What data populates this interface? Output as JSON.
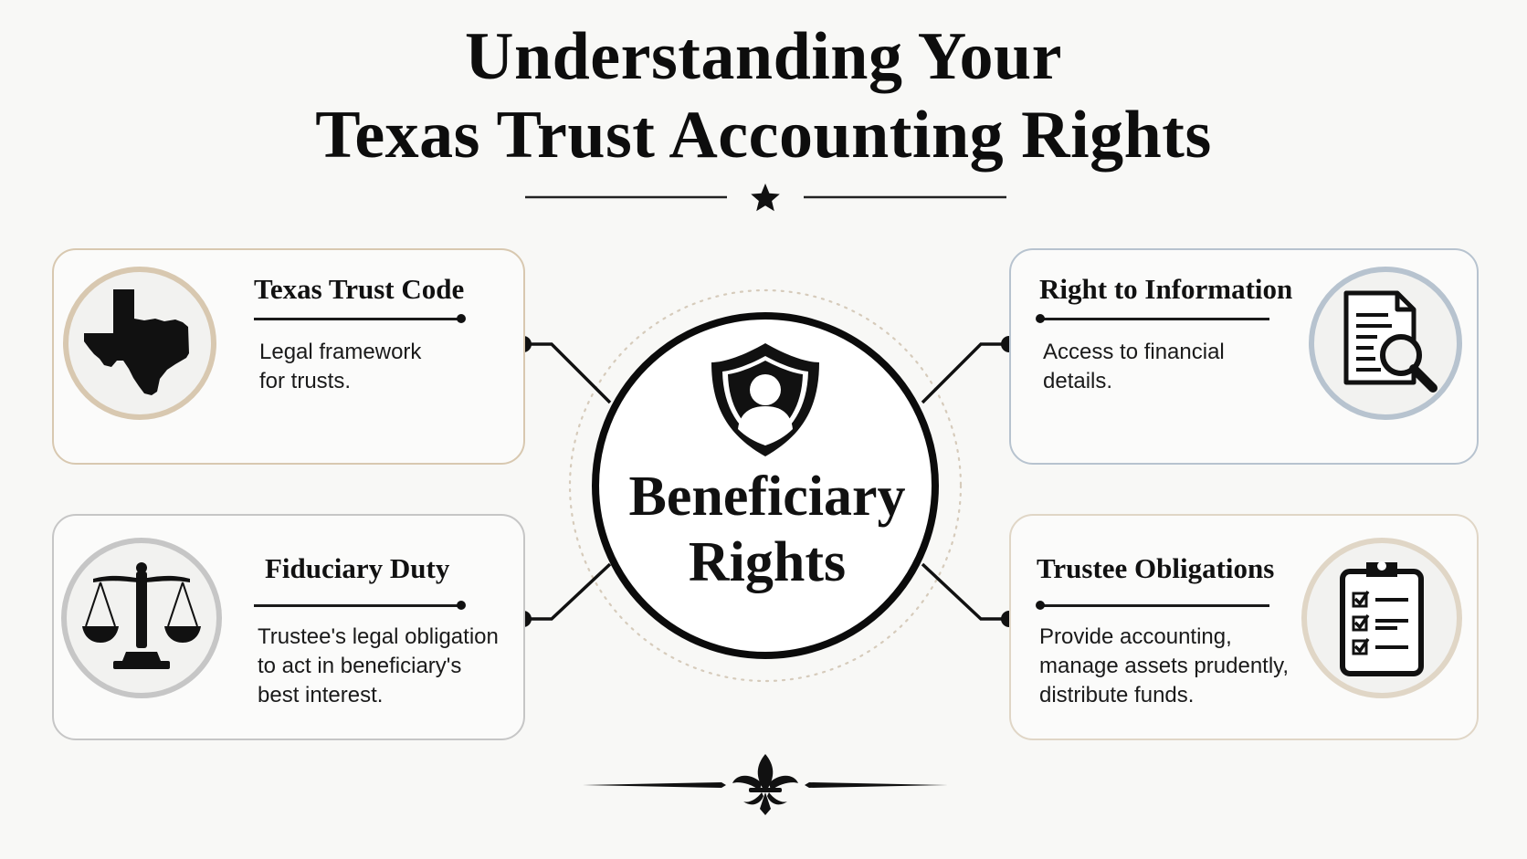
{
  "title": {
    "line1": "Understanding Your",
    "line2": "Texas Trust Accounting Rights"
  },
  "center": {
    "line1": "Beneficiary",
    "line2": "Rights",
    "icon": "shield-person-icon"
  },
  "cards": [
    {
      "id": "texas-trust-code",
      "title": "Texas Trust Code",
      "description": [
        "Legal framework",
        "for trusts."
      ],
      "icon": "texas-map-icon",
      "accent": "#d8c8b0"
    },
    {
      "id": "right-to-information",
      "title": "Right to Information",
      "description": [
        "Access to financial",
        "details."
      ],
      "icon": "document-search-icon",
      "accent": "#b7c3cf"
    },
    {
      "id": "fiduciary-duty",
      "title": "Fiduciary Duty",
      "description": [
        "Trustee's legal obligation",
        "to act in beneficiary's",
        "best interest."
      ],
      "icon": "scales-of-justice-icon",
      "accent": "#c6c6c6"
    },
    {
      "id": "trustee-obligations",
      "title": "Trustee Obligations",
      "description": [
        "Provide accounting,",
        "manage assets prudently,",
        "distribute funds."
      ],
      "icon": "checklist-clipboard-icon",
      "accent": "#e0d6c6"
    }
  ],
  "decorations": {
    "top_divider_icon": "star-icon",
    "bottom_divider_icon": "fleur-de-lis-icon"
  }
}
